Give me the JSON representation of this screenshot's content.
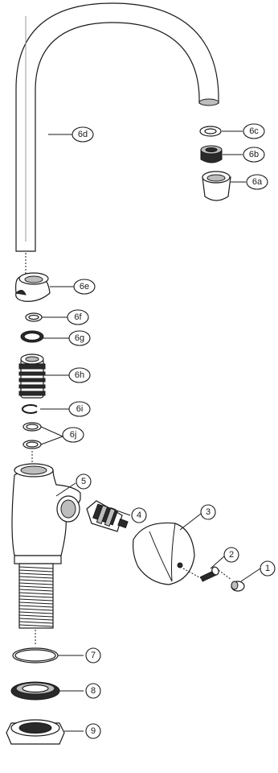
{
  "callouts": [
    {
      "id": "1",
      "label": "1"
    },
    {
      "id": "2",
      "label": "2"
    },
    {
      "id": "3",
      "label": "3"
    },
    {
      "id": "4",
      "label": "4"
    },
    {
      "id": "5",
      "label": "5"
    },
    {
      "id": "6a",
      "label": "6a"
    },
    {
      "id": "6b",
      "label": "6b"
    },
    {
      "id": "6c",
      "label": "6c"
    },
    {
      "id": "6d",
      "label": "6d"
    },
    {
      "id": "6e",
      "label": "6e"
    },
    {
      "id": "6f",
      "label": "6f"
    },
    {
      "id": "6g",
      "label": "6g"
    },
    {
      "id": "6h",
      "label": "6h"
    },
    {
      "id": "6i",
      "label": "6i"
    },
    {
      "id": "6j",
      "label": "6j"
    },
    {
      "id": "7",
      "label": "7"
    },
    {
      "id": "8",
      "label": "8"
    },
    {
      "id": "9",
      "label": "9"
    }
  ]
}
